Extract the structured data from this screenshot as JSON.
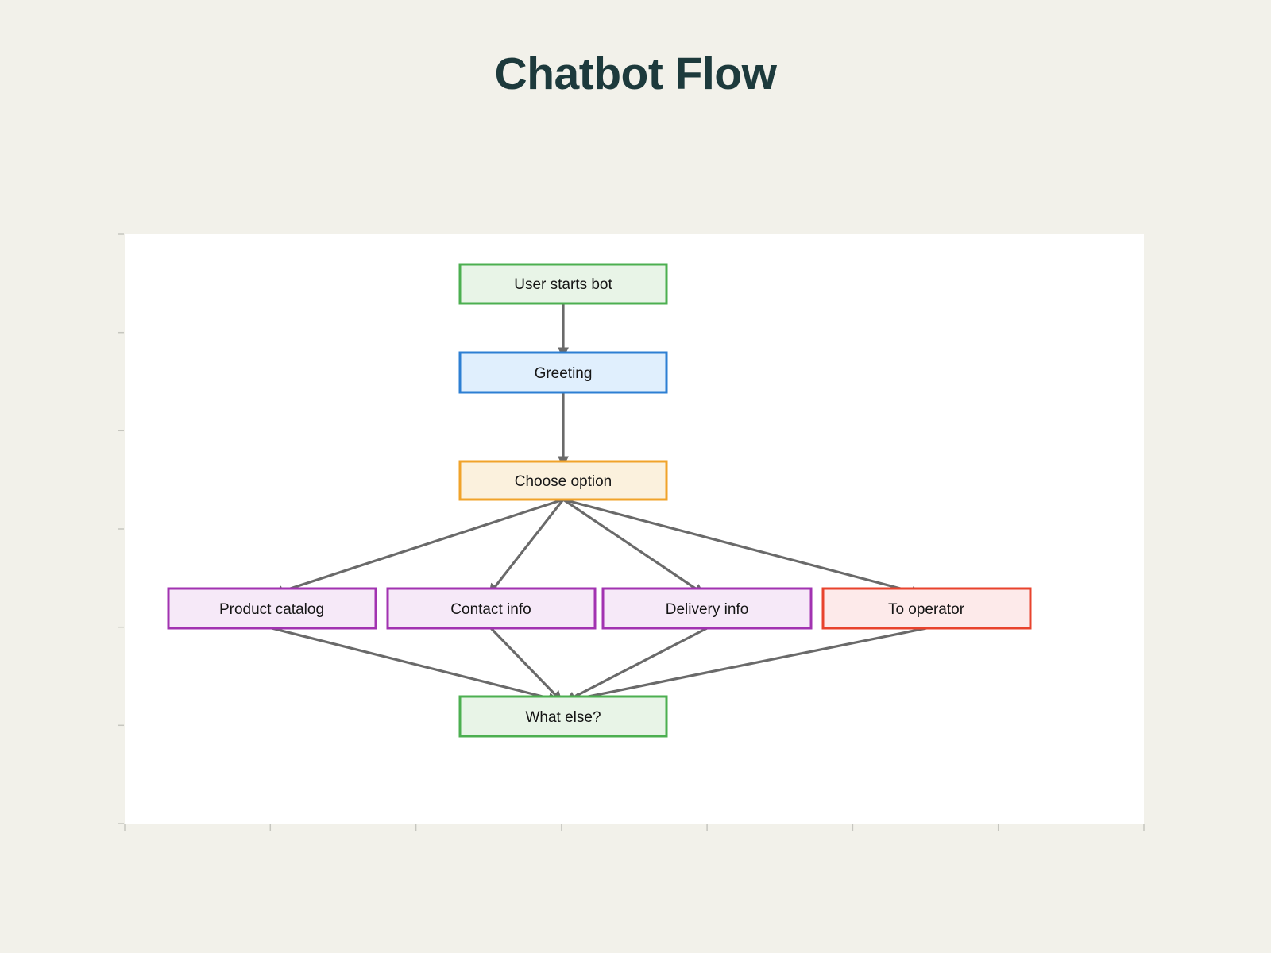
{
  "title": "Chatbot Flow",
  "colors": {
    "background": "#f2f1ea",
    "canvas": "#ffffff",
    "title_text": "#1d3a3c",
    "arrow": "#6a6a6a",
    "tick": "#c6c6bf",
    "node_text": "#151515"
  },
  "diagram": {
    "type": "flowchart",
    "nodes": {
      "start": {
        "label": "User starts bot",
        "fill": "#e8f4e7",
        "border": "#4caf50"
      },
      "greeting": {
        "label": "Greeting",
        "fill": "#e0effd",
        "border": "#2d7fd3"
      },
      "choose": {
        "label": "Choose option",
        "fill": "#fbf1dd",
        "border": "#f0a32a"
      },
      "catalog": {
        "label": "Product catalog",
        "fill": "#f6e9f8",
        "border": "#a233b1"
      },
      "contact": {
        "label": "Contact info",
        "fill": "#f6e9f8",
        "border": "#a233b1"
      },
      "delivery": {
        "label": "Delivery info",
        "fill": "#f6e9f8",
        "border": "#a233b1"
      },
      "operator": {
        "label": "To operator",
        "fill": "#fdeaea",
        "border": "#e8432d"
      },
      "what_else": {
        "label": "What else?",
        "fill": "#e8f4e7",
        "border": "#4caf50"
      }
    },
    "edges": [
      {
        "from": "start",
        "to": "greeting"
      },
      {
        "from": "greeting",
        "to": "choose"
      },
      {
        "from": "choose",
        "to": "catalog"
      },
      {
        "from": "choose",
        "to": "contact"
      },
      {
        "from": "choose",
        "to": "delivery"
      },
      {
        "from": "choose",
        "to": "operator"
      },
      {
        "from": "catalog",
        "to": "what_else"
      },
      {
        "from": "contact",
        "to": "what_else"
      },
      {
        "from": "delivery",
        "to": "what_else"
      },
      {
        "from": "operator",
        "to": "what_else"
      }
    ]
  }
}
